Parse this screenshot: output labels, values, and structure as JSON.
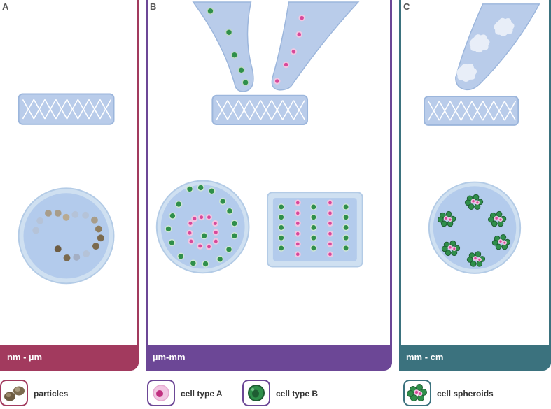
{
  "panels": [
    {
      "letter": "A",
      "scale": "nm - µm",
      "color": "#a23a5e"
    },
    {
      "letter": "B",
      "scale": "µm-mm",
      "color": "#6c4796"
    },
    {
      "letter": "C",
      "scale": "mm - cm",
      "color": "#3b727e"
    }
  ],
  "legend": [
    {
      "label": "particles",
      "icon": "particles-icon",
      "color": "#a23a5e"
    },
    {
      "label": "cell type A",
      "icon": "cell-type-a-icon",
      "color": "#6c4796"
    },
    {
      "label": "cell type B",
      "icon": "cell-type-b-icon",
      "color": "#6c4796"
    },
    {
      "label": "cell spheroids",
      "icon": "cell-spheroids-icon",
      "color": "#3b727e"
    }
  ],
  "colors": {
    "substrate_fill": "#b9ccea",
    "substrate_edge": "#9cb6dc",
    "cell_a": "#d8489a",
    "cell_a_halo": "#f1c6e2",
    "cell_b": "#2f8f4a",
    "cell_b_dark": "#1f5d33",
    "particle": "#7b6a4e"
  }
}
